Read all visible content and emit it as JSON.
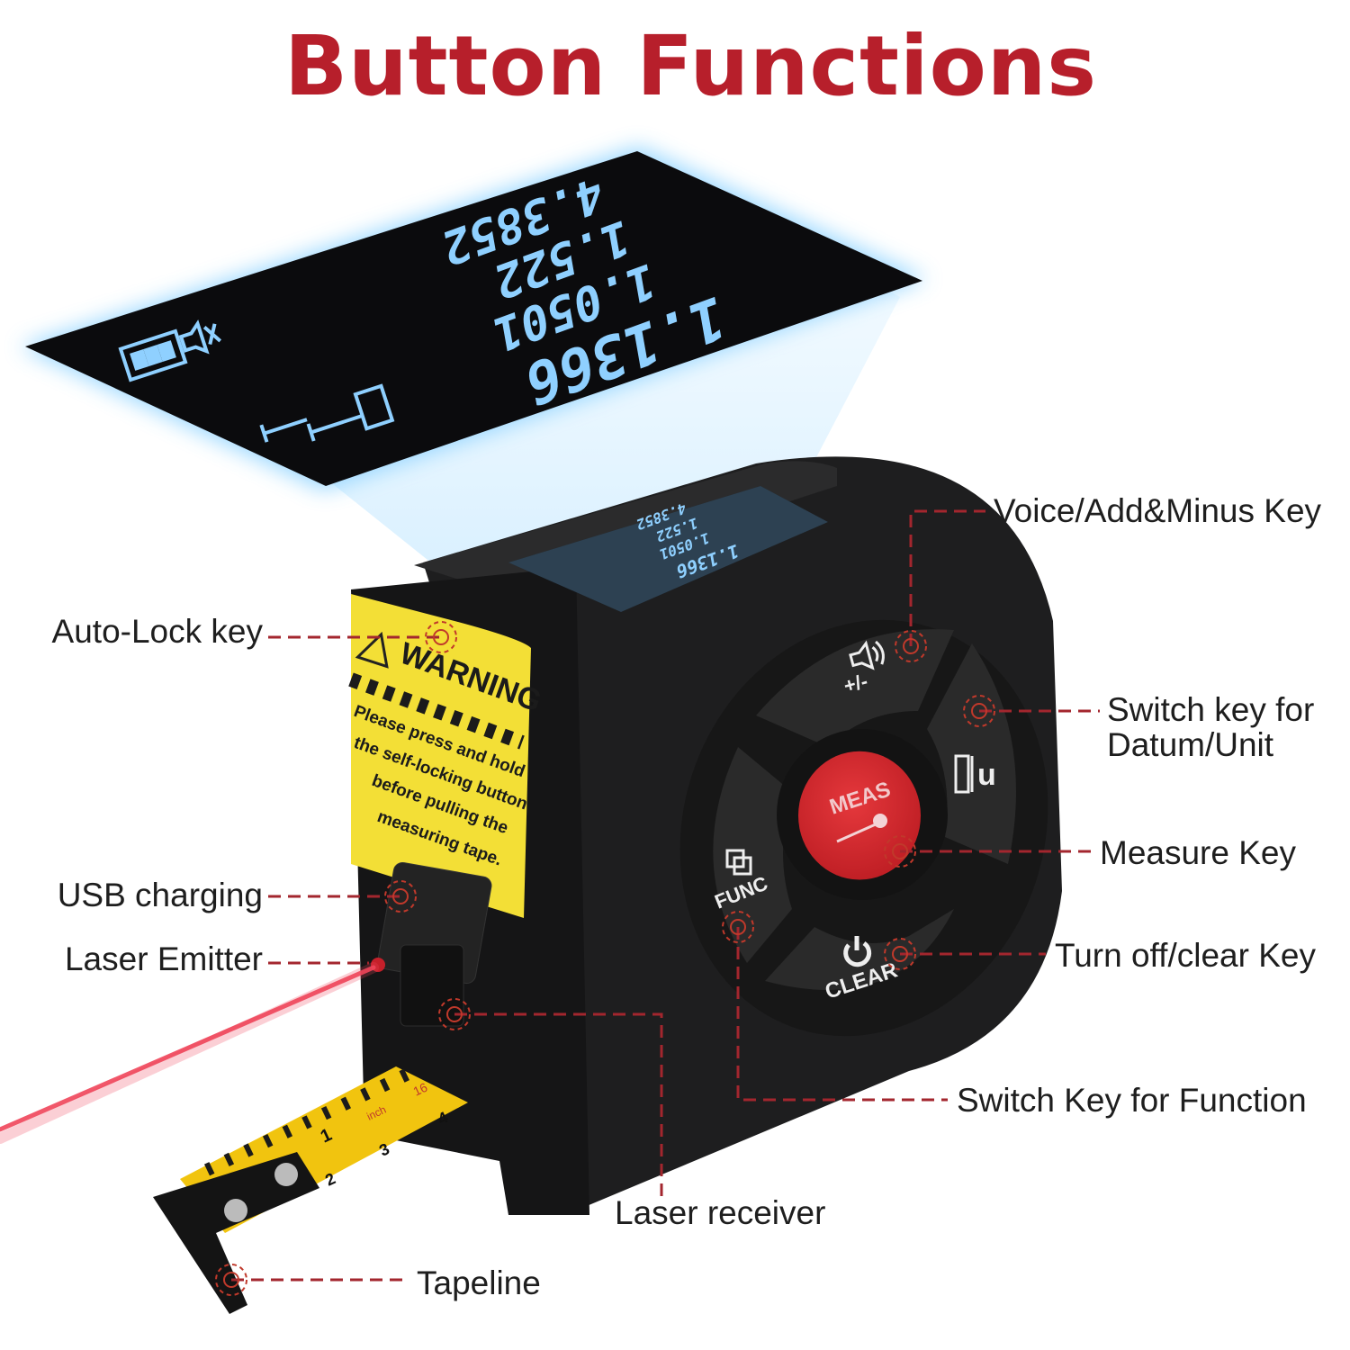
{
  "title": "Button Functions",
  "colors": {
    "title": "#b71f2b",
    "leader_line": "#a3262e",
    "body": "#1c1c1c",
    "meas_button": "#d8262c",
    "label_sticker": "#f5e23a",
    "display_glow": "#9fd8ff",
    "display_text": "#8fd0ff"
  },
  "labels": {
    "voice_key": "Voice/Add&Minus Key",
    "auto_lock": "Auto-Lock key",
    "datum_unit_line1": "Switch key for",
    "datum_unit_line2": "Datum/Unit",
    "measure_key": "Measure Key",
    "usb": "USB charging",
    "clear_key": "Turn off/clear Key",
    "laser_emitter": "Laser Emitter",
    "function_key": "Switch Key for Function",
    "laser_receiver": "Laser receiver",
    "tapeline": "Tapeline"
  },
  "device": {
    "buttons": {
      "voice": "+/-",
      "meas": "MEAS",
      "func": "FUNC",
      "clear": "CLEAR",
      "unit": "u"
    },
    "warning": {
      "heading": "WARNING",
      "lines": [
        "Please press and hold",
        "the self-locking button",
        "before pulling the",
        "measuring tape."
      ]
    },
    "display_readings": [
      "1.1366",
      "1.0501",
      "1.522",
      "4.3852"
    ],
    "tape_marks": [
      "1",
      "2",
      "3",
      "4",
      "inch",
      "16"
    ]
  },
  "icons": [
    "speaker-icon",
    "datum-unit-icon",
    "laser-icon",
    "func-icon",
    "power-icon",
    "warning-triangle-icon",
    "battery-icon",
    "mute-icon",
    "usb-icon"
  ]
}
